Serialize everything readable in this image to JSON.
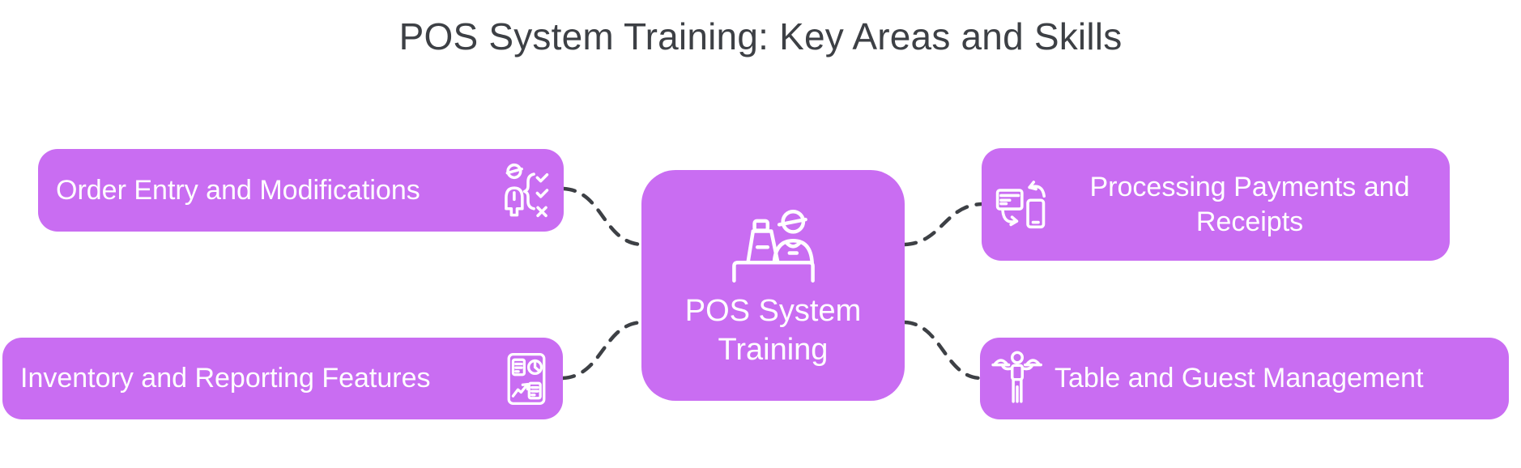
{
  "title": "POS System Training: Key Areas and Skills",
  "center": {
    "label": "POS System Training",
    "icon": "cashier-register-icon"
  },
  "nodes": [
    {
      "id": "order-entry",
      "label": "Order Entry and Modifications",
      "icon": "person-checklist-icon",
      "side": "left",
      "position": "top"
    },
    {
      "id": "payments-receipts",
      "label": "Processing Payments and Receipts",
      "icon": "card-phone-transfer-icon",
      "side": "right",
      "position": "top"
    },
    {
      "id": "inventory-reporting",
      "label": "Inventory and Reporting Features",
      "icon": "report-dashboard-icon",
      "side": "left",
      "position": "bottom"
    },
    {
      "id": "table-guest",
      "label": "Table and Guest Management",
      "icon": "waiter-trays-icon",
      "side": "right",
      "position": "bottom"
    }
  ],
  "connectors": {
    "style": "dashed",
    "count": 4
  },
  "colors": {
    "node_fill": "#c96df2",
    "text": "#ffffff",
    "title_color": "#3d4045",
    "connector": "#3d4045",
    "background": "#ffffff"
  }
}
